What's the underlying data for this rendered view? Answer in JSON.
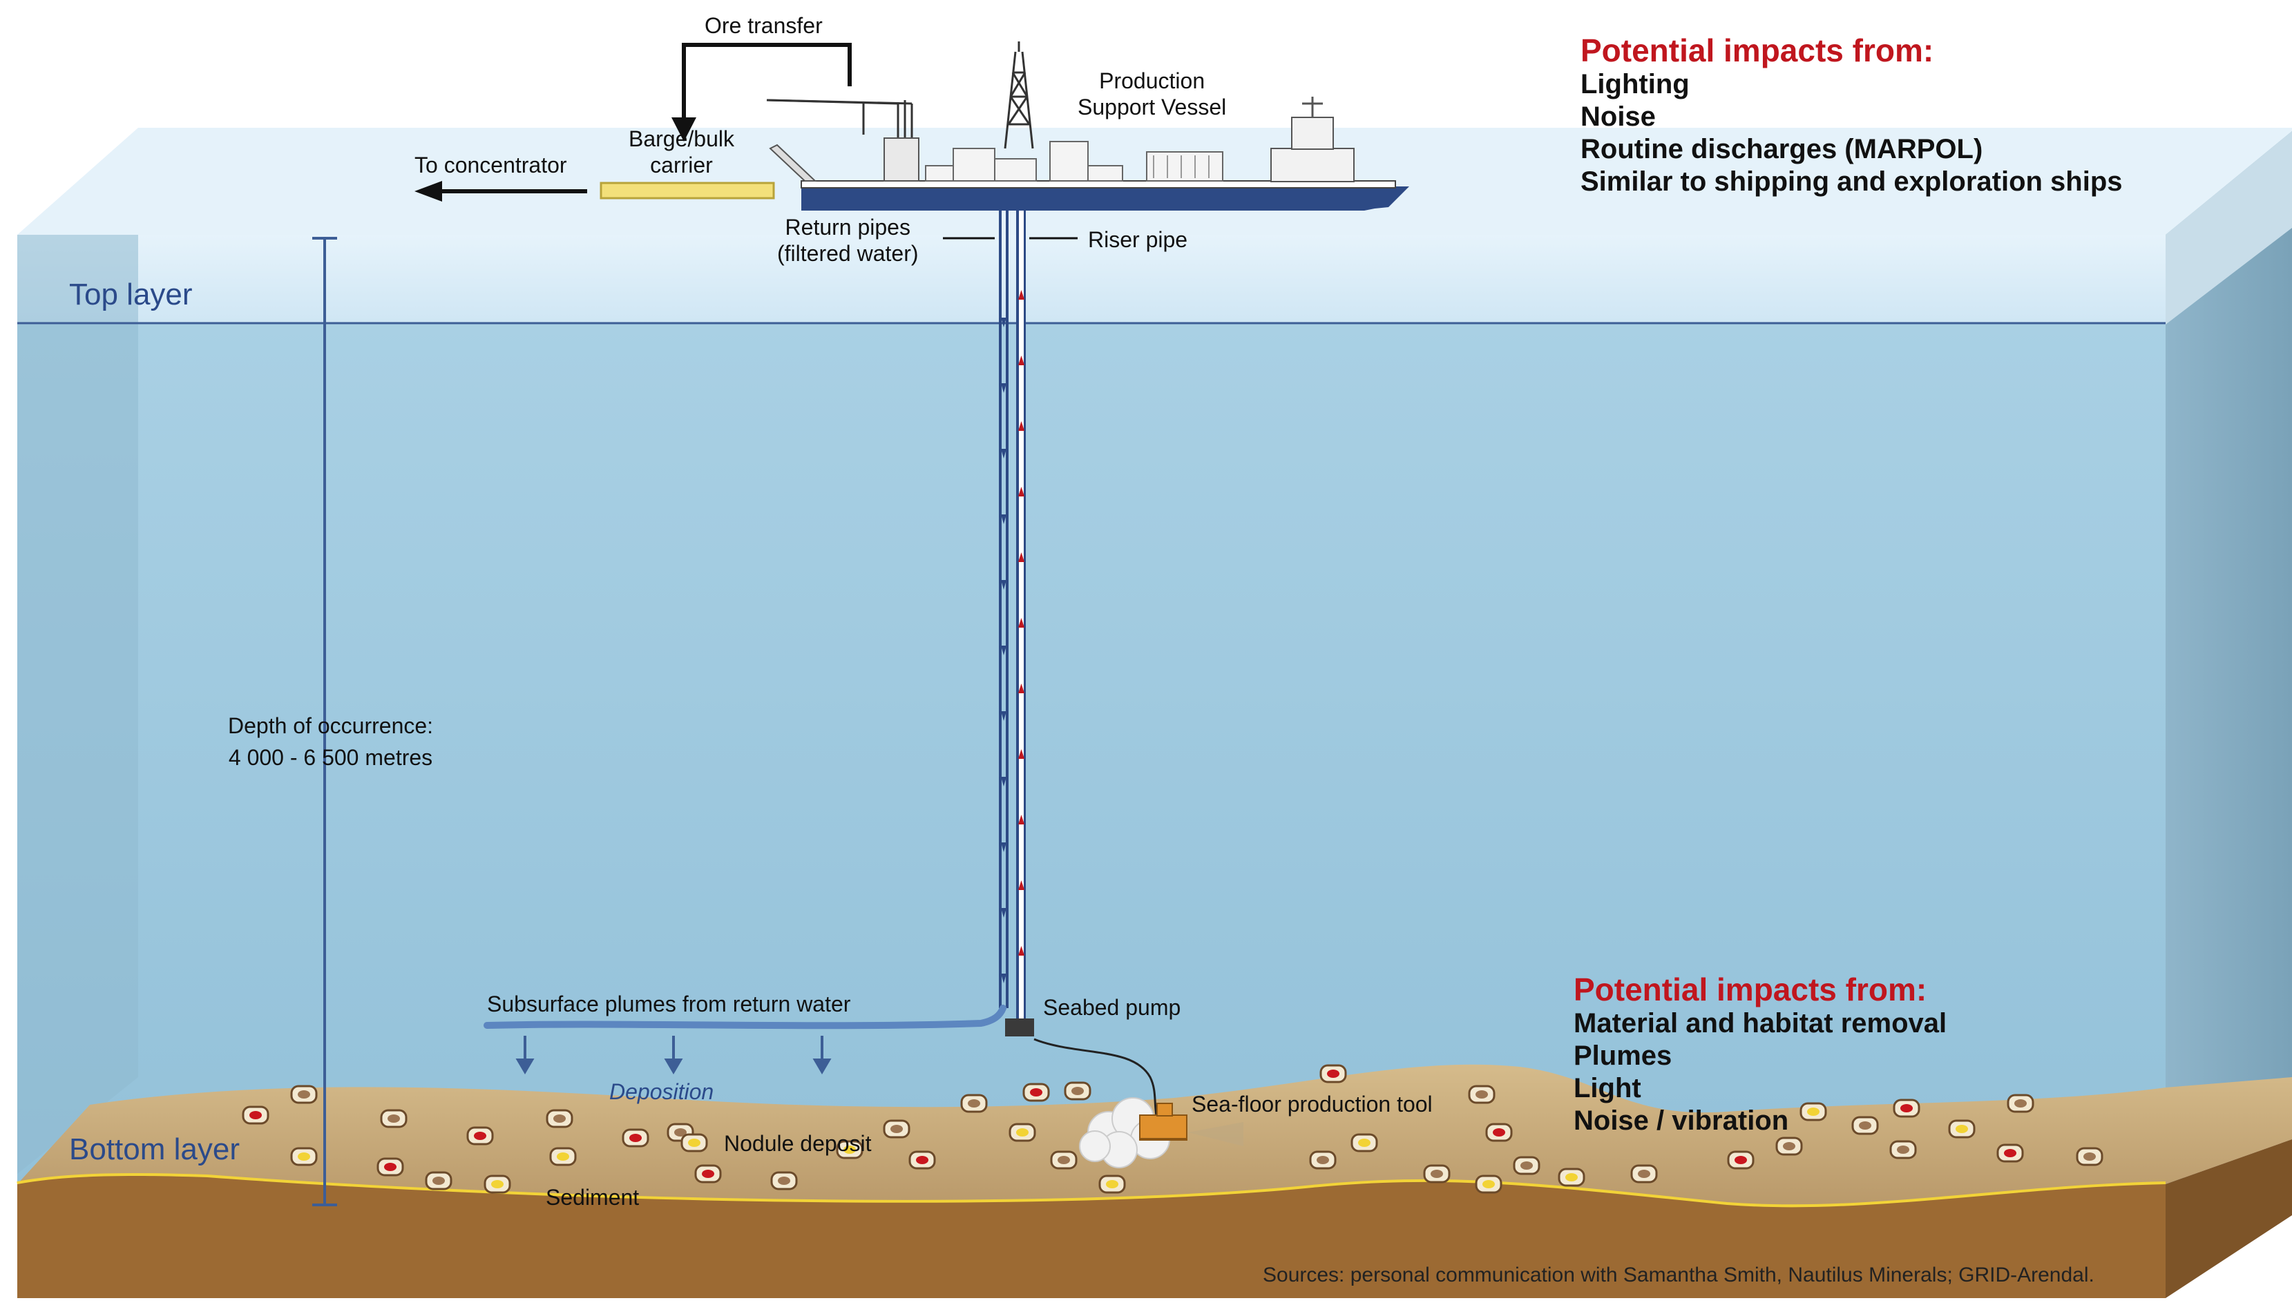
{
  "labels": {
    "ore_transfer": "Ore transfer",
    "production_vessel": "Production\nSupport Vessel",
    "barge": "Barge/bulk\ncarrier",
    "to_concentrator": "To concentrator",
    "return_pipes": "Return pipes\n(filtered water)",
    "riser_pipe": "Riser pipe",
    "top_layer": "Top layer",
    "bottom_layer": "Bottom layer",
    "depth": "Depth of occurrence:\n4 000 - 6 500 metres",
    "subsurface_plumes": "Subsurface plumes from return water",
    "seabed_pump": "Seabed pump",
    "deposition": "Deposition",
    "seafloor_tool": "Sea-floor production tool",
    "nodule_deposit": "Nodule deposit",
    "sediment": "Sediment",
    "sources": "Sources: personal communication with Samantha Smith, Nautilus Minerals;  GRID-Arendal."
  },
  "impacts_surface": {
    "heading": "Potential impacts from:",
    "items": [
      "Lighting",
      "Noise",
      "Routine discharges (MARPOL)",
      "Similar to shipping and exploration ships"
    ]
  },
  "impacts_bottom": {
    "heading": "Potential impacts from:",
    "items": [
      "Material and habitat removal",
      "Plumes",
      "Light",
      "Noise / vibration"
    ]
  },
  "colors": {
    "sky_water": "#d6ecf8",
    "top_layer": "#bfe0f2",
    "water": "#9dc8de",
    "side_face": "#86adc2",
    "sediment": "#c8ab7a",
    "bedrock": "#9c6a33",
    "heading_red": "#c0161e",
    "label_blue": "#2b4a8a",
    "ship_hull": "#2d4a85"
  }
}
